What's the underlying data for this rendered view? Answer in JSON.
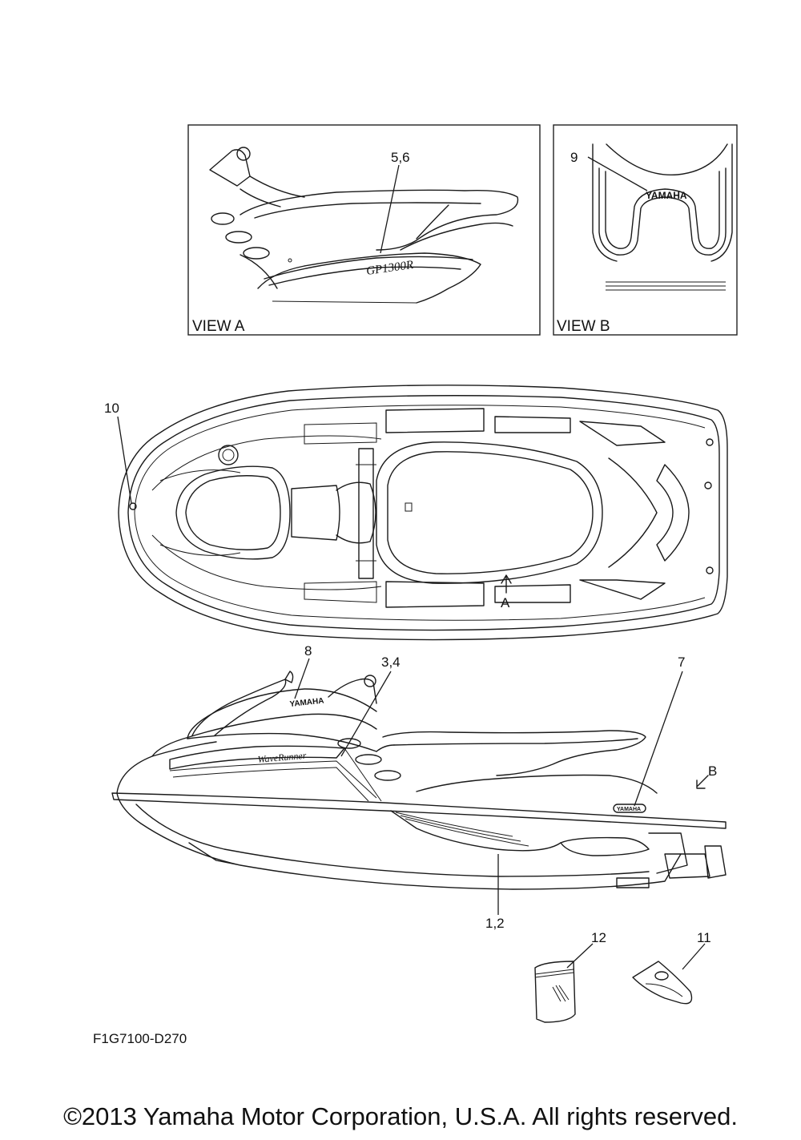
{
  "views": {
    "view_a_label": "VIEW A",
    "view_b_label": "VIEW B"
  },
  "callouts": {
    "c_5_6": "5,6",
    "c_9": "9",
    "c_10": "10",
    "c_8": "8",
    "c_3_4": "3,4",
    "c_7": "7",
    "c_1_2": "1,2",
    "c_12": "12",
    "c_11": "11"
  },
  "arrows": {
    "a": "A",
    "b": "B"
  },
  "decal_text": {
    "yamaha_rear": "YAMAHA",
    "yamaha_front": "YAMAHA",
    "yamaha_side": "YAMAHA",
    "gp_model": "GP1300R",
    "waverunner": "WaveRunner"
  },
  "diagram_code": "F1G7100-D270",
  "copyright": "©2013 Yamaha Motor Corporation, U.S.A. All rights reserved."
}
